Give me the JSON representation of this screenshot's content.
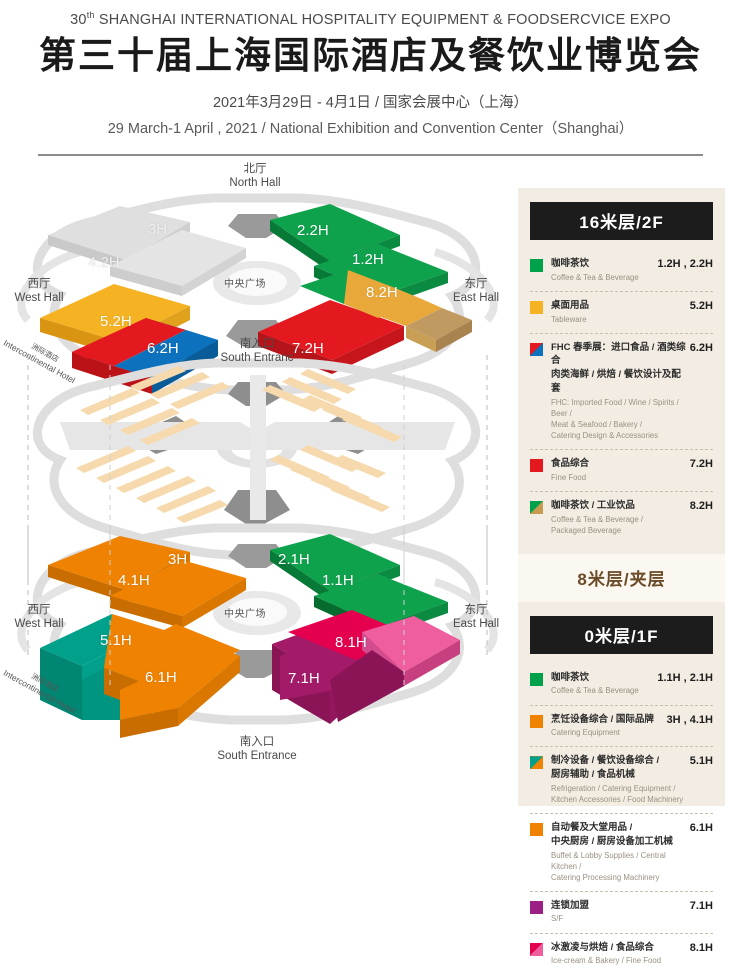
{
  "header": {
    "ordinal": "30",
    "ordinal_suffix": "th",
    "english_title": "SHANGHAI INTERNATIONAL HOSPITALITY EQUIPMENT & FOODSERCVICE EXPO",
    "chinese_title": "第三十届上海国际酒店及餐饮业博览会",
    "date_cn": "2021年3月29日 - 4月1日 / 国家会展中心（上海）",
    "date_en": "29 March-1 April , 2021 / National Exhibition and Convention Center（Shanghai）"
  },
  "map": {
    "upper": {
      "north_hall_cn": "北厅",
      "north_hall_en": "North Hall",
      "west_hall_cn": "西厅",
      "west_hall_en": "West Hall",
      "east_hall_cn": "东厅",
      "east_hall_en": "East Hall",
      "plaza": "中央广场",
      "south_entrance_cn": "南入口",
      "south_entrance_en": "South Entranc",
      "hotel_cn": "洲际酒店",
      "hotel_en": "Intercontinental Hotel",
      "halls": [
        {
          "label": "3H",
          "color": "#d4d4d4"
        },
        {
          "label": "4.2H",
          "color": "#d4d4d4"
        },
        {
          "label": "2.2H",
          "color": "#0a9e4a"
        },
        {
          "label": "1.2H",
          "color": "#0a9e4a"
        },
        {
          "label": "5.2H",
          "color": "#f5b324"
        },
        {
          "label": "6.2H",
          "color": "#0d72bd"
        },
        {
          "label": "7.2H",
          "color": "#e3191f"
        },
        {
          "label": "8.2H",
          "color": "#e9a83a"
        }
      ]
    },
    "lower": {
      "west_hall_cn": "西厅",
      "west_hall_en": "West Hall",
      "east_hall_cn": "东厅",
      "east_hall_en": "East Hall",
      "plaza": "中央广场",
      "south_entrance_cn": "南入口",
      "south_entrance_en": "South Entrance",
      "hotel_cn": "洲际酒店",
      "hotel_en": "Intercontinental Hotel",
      "halls": [
        {
          "label": "3H",
          "color": "#ef8200"
        },
        {
          "label": "4.1H",
          "color": "#ef8200"
        },
        {
          "label": "2.1H",
          "color": "#0a9e4a"
        },
        {
          "label": "1.1H",
          "color": "#0a9e4a"
        },
        {
          "label": "5.1H",
          "color": "#00a08a"
        },
        {
          "label": "6.1H",
          "color": "#ef8200"
        },
        {
          "label": "7.1H",
          "color": "#a31b68"
        },
        {
          "label": "8.1H",
          "color": "#e4004f"
        }
      ]
    }
  },
  "legend": {
    "floor2": {
      "title": "16米层/2F",
      "items": [
        {
          "cn": "咖啡茶饮",
          "en": "Coffee & Tea & Beverage",
          "code": "1.2H , 2.2H",
          "swatch": {
            "type": "solid",
            "colors": [
              "#00a14b"
            ]
          }
        },
        {
          "cn": "桌面用品",
          "en": "Tableware",
          "code": "5.2H",
          "swatch": {
            "type": "solid",
            "colors": [
              "#f5b324"
            ]
          }
        },
        {
          "cn": "FHC 春季展：进口食品 / 酒类综合\n肉类海鲜 / 烘焙 / 餐饮设计及配套",
          "en": "FHC: Imported Food / Wine / Spirits / Beer /\nMeat & Seafood / Bakery /\nCatering Design & Accessories",
          "code": "6.2H",
          "swatch": {
            "type": "diag",
            "colors": [
              "#e3191f",
              "#0d72bd"
            ]
          }
        },
        {
          "cn": "食品综合",
          "en": "Fine Food",
          "code": "7.2H",
          "swatch": {
            "type": "solid",
            "colors": [
              "#e3191f"
            ]
          }
        },
        {
          "cn": "咖啡茶饮 / 工业饮品",
          "en": "Coffee & Tea & Beverage /\nPackaged Beverage",
          "code": "8.2H",
          "swatch": {
            "type": "diag",
            "colors": [
              "#00a14b",
              "#c79a52"
            ]
          }
        }
      ]
    },
    "mezzanine": {
      "title": "8米层/夹层"
    },
    "floor1": {
      "title": "0米层/1F",
      "items": [
        {
          "cn": "咖啡茶饮",
          "en": "Coffee & Tea & Beverage",
          "code": "1.1H , 2.1H",
          "swatch": {
            "type": "solid",
            "colors": [
              "#00a14b"
            ]
          }
        },
        {
          "cn": "烹饪设备综合 / 国际品牌",
          "en": "Catering Equipment",
          "code": "3H , 4.1H",
          "swatch": {
            "type": "solid",
            "colors": [
              "#ef8200"
            ]
          }
        },
        {
          "cn": "制冷设备 / 餐饮设备综合 /\n厨房辅助 / 食品机械",
          "en": "Refrigeration / Catering Equipment /\nKitchen Accessories / Food Machinery",
          "code": "5.1H",
          "swatch": {
            "type": "diag",
            "colors": [
              "#00a08a",
              "#ef8200"
            ]
          }
        },
        {
          "cn": "自动餐及大堂用品 /\n中央厨房 / 厨房设备加工机械",
          "en": "Buffet & Lobby Supplies / Central Kitchen /\nCatering Processing Machinery",
          "code": "6.1H",
          "swatch": {
            "type": "solid",
            "colors": [
              "#ef8200"
            ]
          }
        },
        {
          "cn": "连锁加盟",
          "en": "S/F",
          "code": "7.1H",
          "swatch": {
            "type": "solid",
            "colors": [
              "#9c1f84"
            ]
          }
        },
        {
          "cn": "冰激凌与烘焙 / 食品综合",
          "en": "Ice-cream & Bakery / Fine Food",
          "code": "8.1H",
          "swatch": {
            "type": "diag",
            "colors": [
              "#e4004f",
              "#ef5fa0"
            ]
          }
        }
      ]
    }
  }
}
